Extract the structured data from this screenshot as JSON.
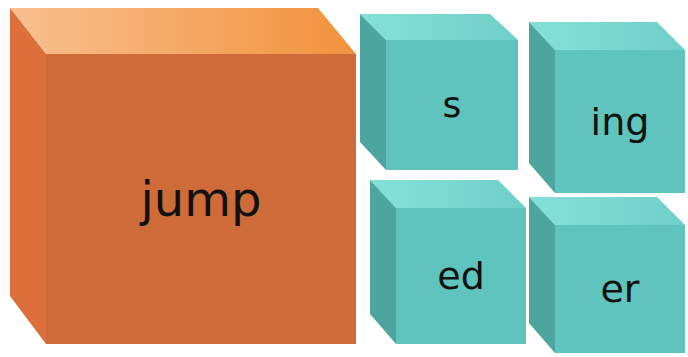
{
  "diagram": {
    "nodes": [
      {
        "text": [
          "jump"
        ]
      },
      {
        "text": [
          "s"
        ]
      },
      {
        "text": [
          "ing"
        ]
      },
      {
        "text": [
          "ed"
        ]
      },
      {
        "text": [
          "er"
        ]
      }
    ]
  }
}
